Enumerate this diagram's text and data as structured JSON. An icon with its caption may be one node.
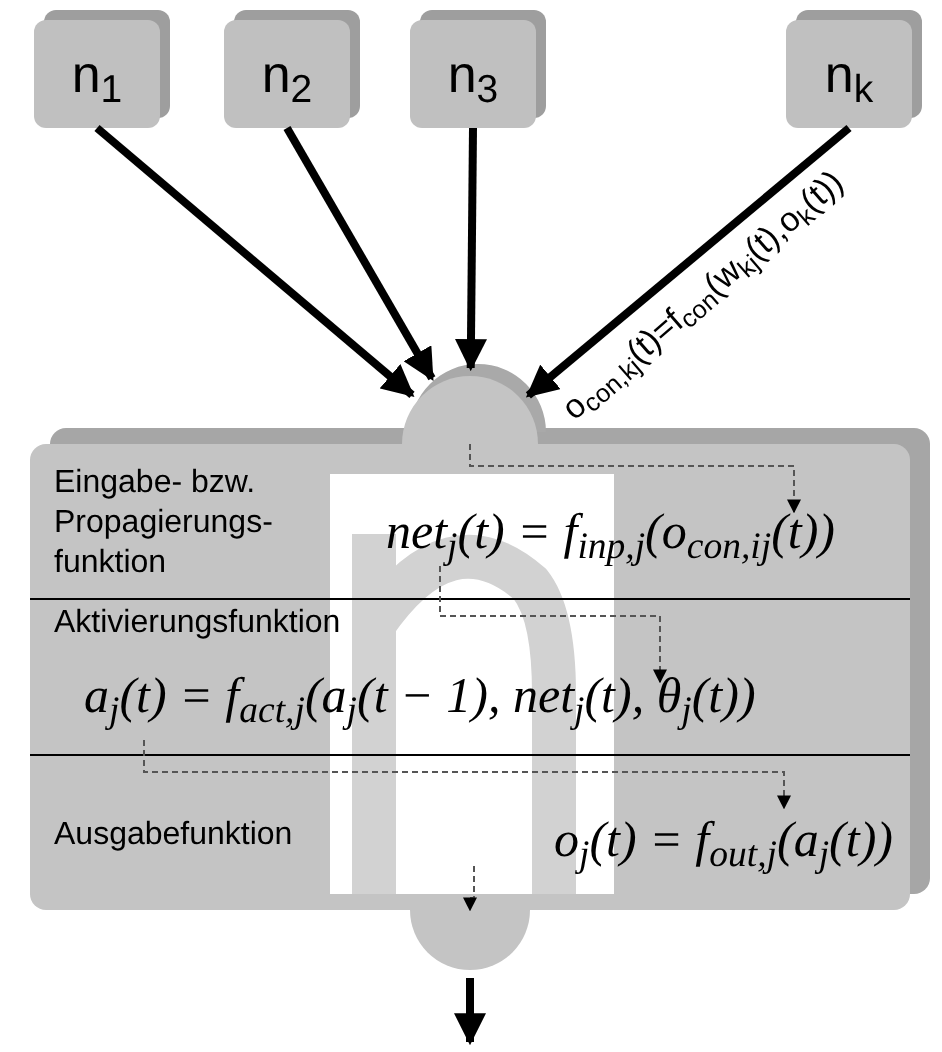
{
  "diagram": {
    "nodes": [
      {
        "text": [
          "n$_{1}$"
        ]
      },
      {
        "text": [
          "n$_{2}$"
        ]
      },
      {
        "text": [
          "n$_{3}$"
        ]
      },
      {
        "text": [
          "n$_{k}$"
        ]
      },
      {
        "text": [],
        "shape": "circle"
      },
      {
        "text": [],
        "shape": "box"
      },
      {
        "text": [
          "Eingabe- bzw. Propagierungs- funktion",
          "net$_{j}$(t) = f$_{inp,j}$(o$_{con,ij}$(t))"
        ],
        "in": 5
      },
      {
        "text": [
          "Aktivierungsfunktion",
          "a$_{j}$(t) = f$_{act,j}$(a$_{j}$(t − 1), net$_{j}$(t), θ$_{j}$(t))"
        ],
        "in": 5
      },
      {
        "text": [
          "Ausgabefunktion",
          "o$_{j}$(t) = f$_{out,j}$(a$_{j}$(t))"
        ],
        "in": 5
      },
      {
        "text": [],
        "shape": "circle"
      }
    ],
    "edges": [
      {
        "from": 0,
        "to": 4,
        "arrow": "to"
      },
      {
        "from": 1,
        "to": 4,
        "arrow": "to"
      },
      {
        "from": 2,
        "to": 4,
        "arrow": "to"
      },
      {
        "from": 3,
        "to": 4,
        "arrow": "to",
        "label": "o$_{con,kj}$(t)=f$_{con}$(w$_{kj}$(t),o$_{k}$(t))"
      },
      {
        "from": 4,
        "to": 6,
        "arrow": "to",
        "style": "dashed",
        "color": "#555555"
      },
      {
        "from": 6,
        "to": 7,
        "arrow": "to",
        "style": "dashed",
        "color": "#555555"
      },
      {
        "from": 7,
        "to": 8,
        "arrow": "to",
        "style": "dashed",
        "color": "#555555"
      },
      {
        "from": 8,
        "to": 9,
        "arrow": "to",
        "style": "dashed",
        "color": "#555555"
      },
      {
        "from": 9,
        "to": null,
        "arrow": "to"
      }
    ]
  }
}
